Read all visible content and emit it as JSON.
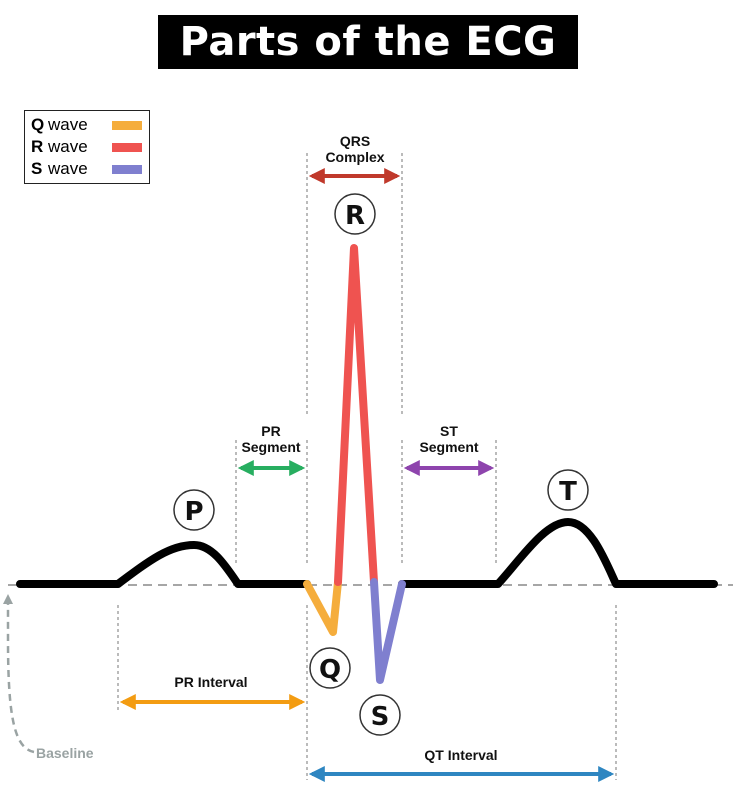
{
  "title": "Parts of the ECG",
  "legend": [
    {
      "letter": "Q",
      "word": "wave",
      "color": "#f5ad3c"
    },
    {
      "letter": "R",
      "word": "wave",
      "color": "#ef5350"
    },
    {
      "letter": "S",
      "word": "wave",
      "color": "#7f7fcf"
    }
  ],
  "waves": {
    "p": "P",
    "q": "Q",
    "r": "R",
    "s": "S",
    "t": "T"
  },
  "labels": {
    "qrs_line1": "QRS",
    "qrs_line2": "Complex",
    "pr_segment_line1": "PR",
    "pr_segment_line2": "Segment",
    "st_segment_line1": "ST",
    "st_segment_line2": "Segment",
    "pr_interval": "PR Interval",
    "qt_interval": "QT Interval",
    "baseline": "Baseline"
  },
  "colors": {
    "qrs_arrow": "#c0392b",
    "pr_segment_arrow": "#27ae60",
    "st_segment_arrow": "#8e44ad",
    "pr_interval_arrow": "#f39c12",
    "qt_interval_arrow": "#2e86c1",
    "baseline": "#9aa3a3",
    "trace": "#000000"
  }
}
